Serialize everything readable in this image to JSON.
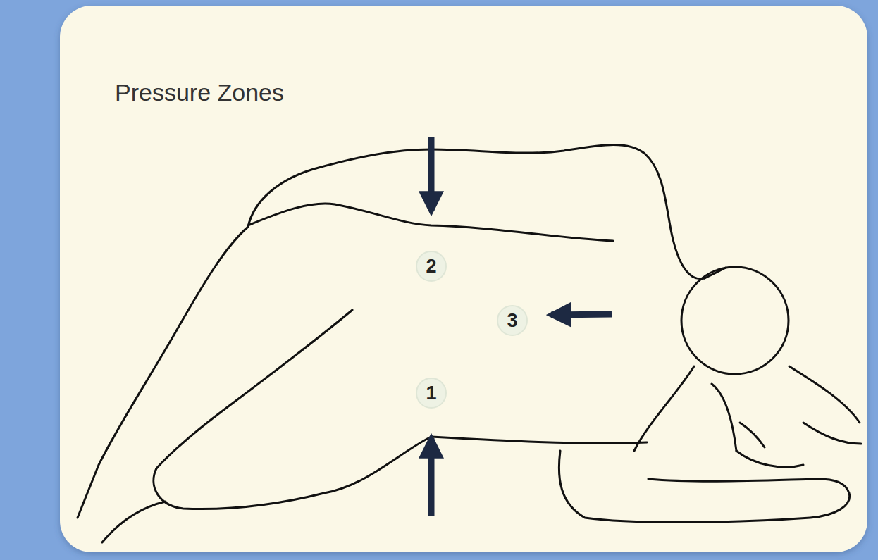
{
  "diagram": {
    "title": "Pressure Zones",
    "nodes": [
      {
        "text": [
          "2"
        ]
      },
      {
        "text": [
          "3"
        ]
      },
      {
        "text": [
          "1"
        ]
      }
    ]
  }
}
